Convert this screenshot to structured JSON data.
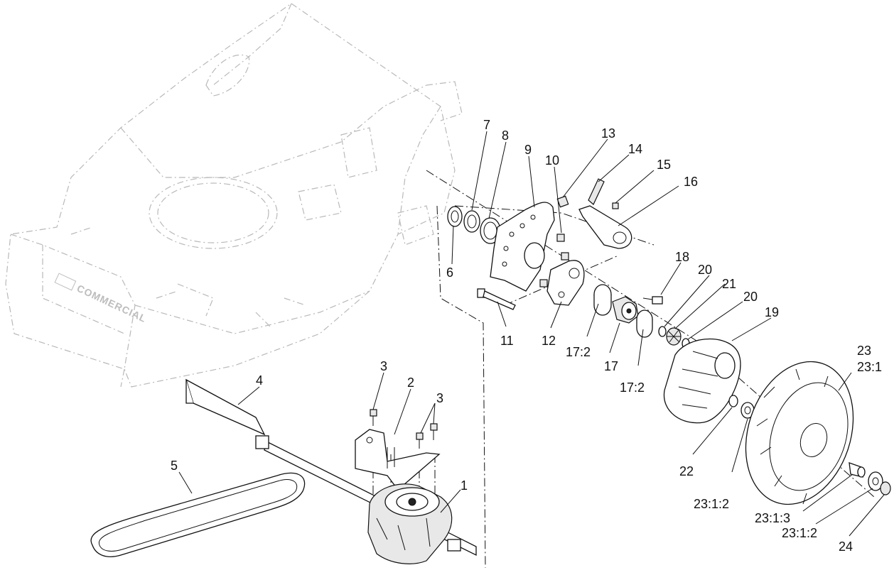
{
  "deck_brand_label": "COMMERCIAL",
  "callouts": [
    {
      "id": "c1",
      "text": "1"
    },
    {
      "id": "c2",
      "text": "2"
    },
    {
      "id": "c3a",
      "text": "3"
    },
    {
      "id": "c3b",
      "text": "3"
    },
    {
      "id": "c4",
      "text": "4"
    },
    {
      "id": "c5",
      "text": "5"
    },
    {
      "id": "c6",
      "text": "6"
    },
    {
      "id": "c7",
      "text": "7"
    },
    {
      "id": "c8",
      "text": "8"
    },
    {
      "id": "c9",
      "text": "9"
    },
    {
      "id": "c10",
      "text": "10"
    },
    {
      "id": "c11",
      "text": "11"
    },
    {
      "id": "c12",
      "text": "12"
    },
    {
      "id": "c13",
      "text": "13"
    },
    {
      "id": "c14",
      "text": "14"
    },
    {
      "id": "c15",
      "text": "15"
    },
    {
      "id": "c16",
      "text": "16"
    },
    {
      "id": "c17",
      "text": "17"
    },
    {
      "id": "c17_2a",
      "text": "17:2"
    },
    {
      "id": "c17_2b",
      "text": "17:2"
    },
    {
      "id": "c18",
      "text": "18"
    },
    {
      "id": "c19",
      "text": "19"
    },
    {
      "id": "c20a",
      "text": "20"
    },
    {
      "id": "c20b",
      "text": "20"
    },
    {
      "id": "c21",
      "text": "21"
    },
    {
      "id": "c22",
      "text": "22"
    },
    {
      "id": "c23",
      "text": "23"
    },
    {
      "id": "c23_1",
      "text": "23:1"
    },
    {
      "id": "c23_1_2a",
      "text": "23:1:2"
    },
    {
      "id": "c23_1_2b",
      "text": "23:1:2"
    },
    {
      "id": "c23_1_3",
      "text": "23:1:3"
    },
    {
      "id": "c24",
      "text": "24"
    }
  ]
}
